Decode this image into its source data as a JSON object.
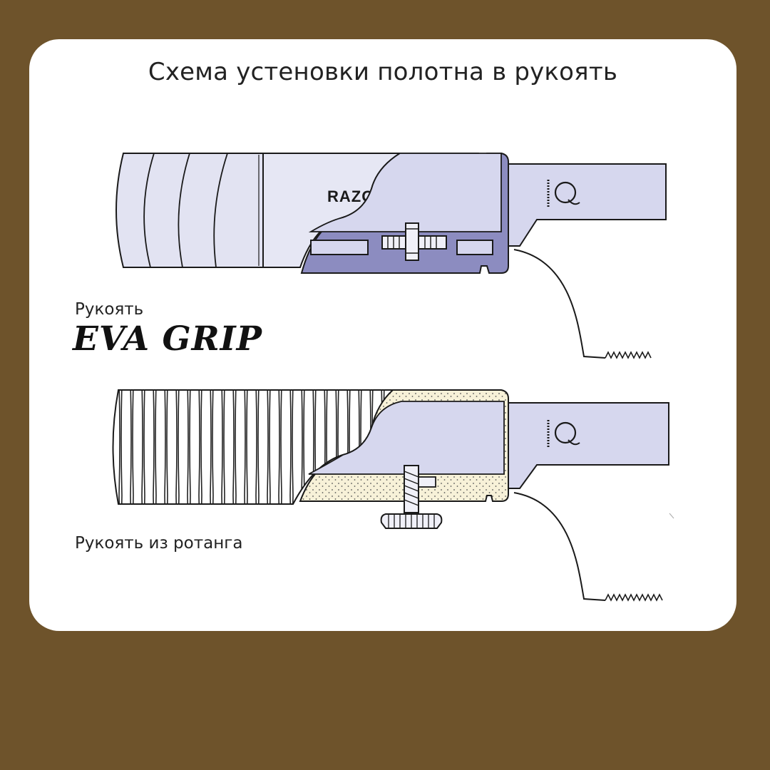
{
  "title": "Схема устеновки полотна в рукоять",
  "handles": [
    {
      "caption": "Рукоять",
      "brand": "EVA GRIP"
    },
    {
      "caption": "Рукоять из ротанга"
    }
  ],
  "blade_mark": "RAZO",
  "colors": {
    "background": "#6e532b",
    "card": "#ffffff",
    "handle_fill": "#e2e3f2",
    "blade_fill": "#d6d7ee",
    "clamp_fill": "#8c8cc0",
    "outline": "#1a1a1a"
  }
}
